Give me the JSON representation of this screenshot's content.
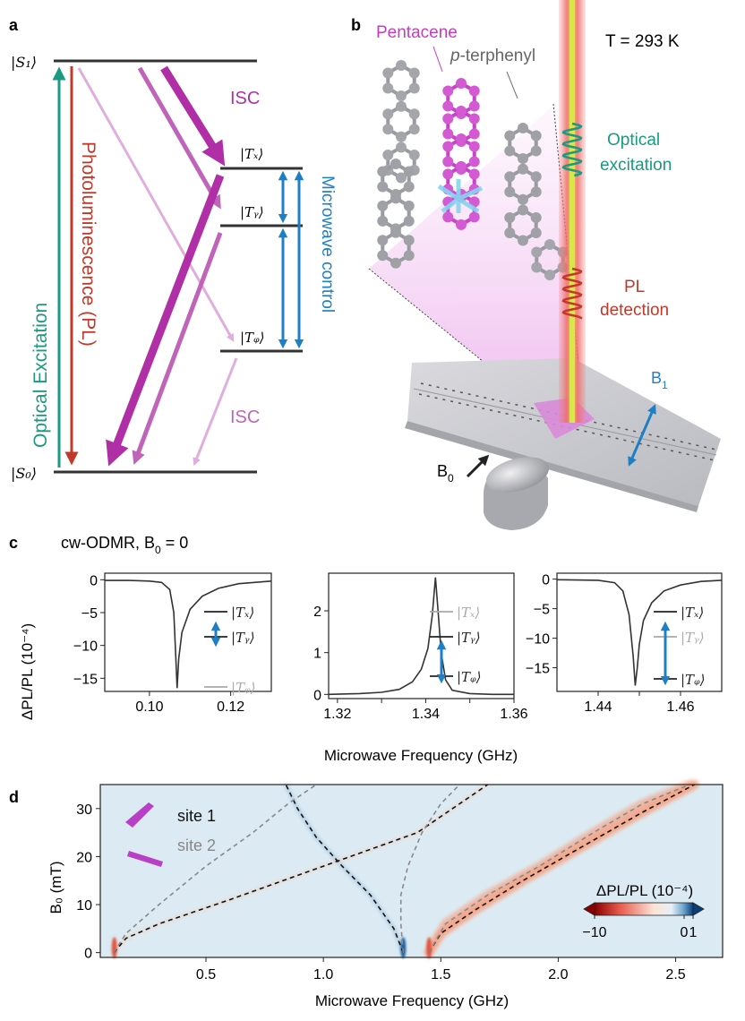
{
  "panel_labels": {
    "a": "a",
    "b": "b",
    "c": "c",
    "d": "d"
  },
  "colors": {
    "teal": "#1a9a80",
    "red": "#c0392b",
    "magenta": "#b12fa6",
    "blue": "#1f7fc4",
    "gray": "#999999",
    "dark": "#222222"
  },
  "panel_a": {
    "levels": {
      "S1": "|S₁⟩",
      "S0": "|S₀⟩",
      "Tx": "|Tₓ⟩",
      "Ty": "|Tᵧ⟩",
      "Tz": "|Tᵩ⟩"
    },
    "optical_excitation": "Optical Excitation",
    "photoluminescence": "Photoluminescence (PL)",
    "isc_top": "ISC",
    "isc_bottom": "ISC",
    "microwave_control": "Microwave control"
  },
  "panel_b": {
    "pentacene": "Pentacene",
    "p_prefix": "p",
    "terphenyl": "-terphenyl",
    "temperature": "T = 293 K",
    "optical_excitation_1": "Optical",
    "optical_excitation_2": "excitation",
    "pl_1": "PL",
    "pl_2": "detection",
    "b1": "B",
    "b1_sub": "1",
    "b0": "B",
    "b0_sub": "0"
  },
  "panel_c": {
    "title_prefix": "cw-ODMR, B",
    "title_sub": "0",
    "title_suffix": " = 0",
    "ylabel": "ΔPL/PL (10⁻⁴)",
    "xlabel": "Microwave Frequency (GHz)",
    "level_labels": [
      "|Tₓ⟩",
      "|Tᵧ⟩",
      "|Tᵩ⟩"
    ]
  },
  "panel_d": {
    "site1": "site 1",
    "site2": "site 2",
    "ylabel": "B₀ (mT)",
    "xlabel": "Microwave Frequency (GHz)",
    "colorbar_label": "ΔPL/PL (10⁻⁴)",
    "colorbar_ticks": [
      "−10",
      "0",
      "1"
    ]
  },
  "chart_data": [
    {
      "type": "line",
      "xlabel": "",
      "ylabel": "ΔPL/PL (10⁻⁴)",
      "xlim": [
        0.089,
        0.13
      ],
      "ylim": [
        -17,
        1
      ],
      "xticks": [
        0.1,
        0.12
      ],
      "xtick_labels": [
        "0.10",
        "0.12"
      ],
      "yticks": [
        0,
        -5,
        -10,
        -15
      ],
      "ytick_labels": [
        "0",
        "−5",
        "−10",
        "−15"
      ],
      "x": [
        0.089,
        0.095,
        0.1,
        0.103,
        0.105,
        0.106,
        0.1065,
        0.1068,
        0.1072,
        0.108,
        0.11,
        0.113,
        0.117,
        0.122,
        0.13
      ],
      "y": [
        -0.1,
        -0.1,
        -0.2,
        -0.4,
        -1.5,
        -5,
        -12,
        -16.5,
        -12,
        -8,
        -4.5,
        -2.5,
        -1.3,
        -0.6,
        -0.2
      ]
    },
    {
      "type": "line",
      "xlabel": "Microwave Frequency (GHz)",
      "ylabel": "",
      "xlim": [
        1.318,
        1.36
      ],
      "ylim": [
        -0.1,
        2.9
      ],
      "xticks": [
        1.32,
        1.33,
        1.34,
        1.35,
        1.36
      ],
      "xtick_labels": [
        "1.32",
        "1.34",
        "1.36"
      ],
      "xtick_label_values": [
        1.32,
        1.34,
        1.36
      ],
      "yticks": [
        0,
        1,
        2
      ],
      "ytick_labels": [
        "0",
        "1",
        "2"
      ],
      "x": [
        1.318,
        1.325,
        1.33,
        1.334,
        1.337,
        1.339,
        1.3405,
        1.3415,
        1.3422,
        1.3428,
        1.3435,
        1.3445,
        1.346,
        1.35,
        1.355,
        1.36
      ],
      "y": [
        0.0,
        0.02,
        0.05,
        0.12,
        0.3,
        0.6,
        1.1,
        1.9,
        2.8,
        2.0,
        1.0,
        0.35,
        0.1,
        0.02,
        0.0,
        0.0
      ]
    },
    {
      "type": "line",
      "xlabel": "",
      "ylabel": "",
      "xlim": [
        1.43,
        1.47
      ],
      "ylim": [
        -19,
        1
      ],
      "xticks": [
        1.44,
        1.45,
        1.46
      ],
      "xtick_labels": [
        "1.44",
        "1.46"
      ],
      "xtick_label_values": [
        1.44,
        1.46
      ],
      "yticks": [
        0,
        -5,
        -10,
        -15
      ],
      "ytick_labels": [
        "0",
        "−5",
        "−10",
        "−15"
      ],
      "x": [
        1.43,
        1.44,
        1.444,
        1.446,
        1.4475,
        1.4485,
        1.449,
        1.4495,
        1.45,
        1.451,
        1.453,
        1.456,
        1.46,
        1.465,
        1.47
      ],
      "y": [
        -0.1,
        -0.2,
        -0.6,
        -2,
        -6,
        -13,
        -18,
        -15,
        -11,
        -7,
        -4,
        -2,
        -1,
        -0.4,
        -0.2
      ]
    },
    {
      "type": "heatmap",
      "xlabel": "Microwave Frequency (GHz)",
      "ylabel": "B₀ (mT)",
      "xlim": [
        0.05,
        2.7
      ],
      "ylim": [
        -1,
        35
      ],
      "xticks": [
        0.5,
        1.0,
        1.5,
        2.0,
        2.5
      ],
      "xtick_labels": [
        "0.5",
        "1.0",
        "1.5",
        "2.0",
        "2.5"
      ],
      "yticks": [
        0,
        10,
        20,
        30
      ],
      "ytick_labels": [
        "0",
        "10",
        "20",
        "30"
      ],
      "colorbar_range": [
        -10,
        1
      ],
      "series": [
        {
          "site": 1,
          "style": "black-dashed",
          "x": [
            0.108,
            0.16,
            0.3,
            0.6,
            1.0,
            1.4,
            1.7
          ],
          "y": [
            0,
            3,
            6,
            11,
            18,
            25,
            35
          ]
        },
        {
          "site": 1,
          "style": "black-dashed",
          "x": [
            1.34,
            1.3,
            1.2,
            1.08,
            0.97,
            0.89,
            0.84
          ],
          "y": [
            0,
            5,
            12,
            18,
            24,
            30,
            35
          ]
        },
        {
          "site": 1,
          "style": "black-dashed",
          "x": [
            1.449,
            1.5,
            1.65,
            1.85,
            2.1,
            2.35,
            2.58
          ],
          "y": [
            0,
            4,
            9,
            15,
            22,
            29,
            35
          ]
        },
        {
          "site": 2,
          "style": "gray-dashed",
          "x": [
            0.108,
            0.16,
            0.3,
            0.5,
            0.7,
            0.85,
            0.97
          ],
          "y": [
            0,
            4,
            10,
            18,
            25,
            31,
            35
          ]
        },
        {
          "site": 2,
          "style": "gray-dashed",
          "x": [
            1.34,
            1.33,
            1.33,
            1.36,
            1.42,
            1.5,
            1.58
          ],
          "y": [
            0,
            6,
            12,
            18,
            25,
            31,
            35
          ]
        },
        {
          "site": 2,
          "style": "gray-dashed",
          "x": [
            1.449,
            1.52,
            1.7,
            1.92,
            2.15,
            2.36,
            2.56
          ],
          "y": [
            0,
            6,
            12,
            18,
            25,
            31,
            35
          ]
        }
      ]
    }
  ]
}
